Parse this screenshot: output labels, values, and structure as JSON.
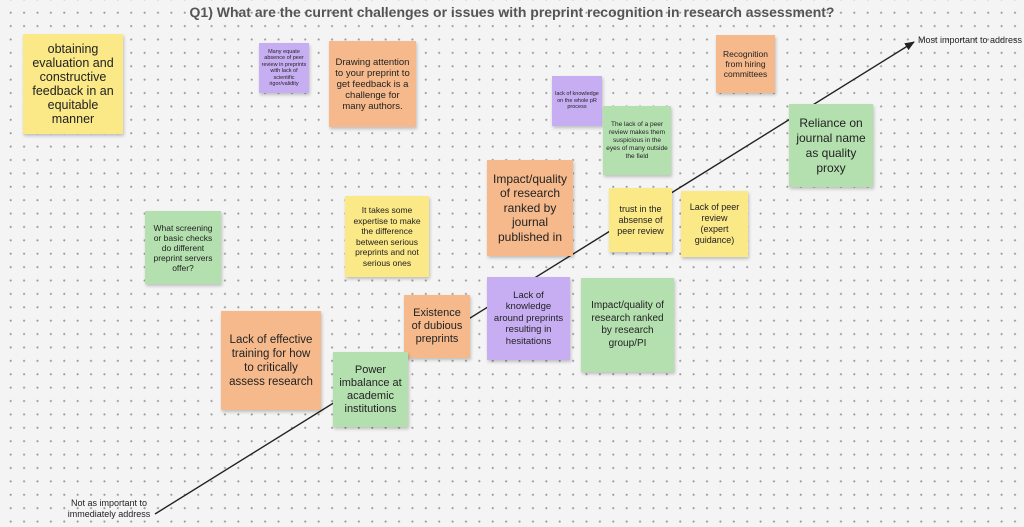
{
  "board": {
    "title": "Q1) What are the current challenges or issues with preprint recognition in research assessment?"
  },
  "axis": {
    "high_label": "Most important to address",
    "low_label": "Not as important to immediately address"
  },
  "notes": [
    {
      "id": "n1",
      "color": "#fbe886",
      "text": "obtaining evaluation and constructive feedback in an equitable manner"
    },
    {
      "id": "n2",
      "color": "#c7aef3",
      "text": "Many equate absence of peer review in preprints with lack of scientific rigor/validity"
    },
    {
      "id": "n3",
      "color": "#f6b98c",
      "text": "Drawing attention to your preprint to get feedback is a challenge for many authors."
    },
    {
      "id": "n4",
      "color": "#f6b98c",
      "text": "Recognition from hiring committees"
    },
    {
      "id": "n5",
      "color": "#c7aef3",
      "text": "lack of knowledge on the whole pR process"
    },
    {
      "id": "n6",
      "color": "#b4e0b0",
      "text": "The lack of a peer review makes them suspicious in the eyes of many outside the field"
    },
    {
      "id": "n7",
      "color": "#b4e0b0",
      "text": "Reliance on journal name as quality proxy"
    },
    {
      "id": "n8",
      "color": "#f6b98c",
      "text": "Impact/quality of research ranked by journal published in"
    },
    {
      "id": "n9",
      "color": "#fbe886",
      "text": "trust in the absense of peer review"
    },
    {
      "id": "n10",
      "color": "#fbe886",
      "text": "Lack of peer review (expert guidance)"
    },
    {
      "id": "n11",
      "color": "#b4e0b0",
      "text": "What screening or basic checks do different preprint servers offer?"
    },
    {
      "id": "n12",
      "color": "#fbe886",
      "text": "It takes some expertise to make the difference between serious preprints and not serious ones"
    },
    {
      "id": "n13",
      "color": "#f6b98c",
      "text": "Existence of dubious preprints"
    },
    {
      "id": "n14",
      "color": "#c7aef3",
      "text": "Lack of knowledge around preprints resulting in hesitations"
    },
    {
      "id": "n15",
      "color": "#b4e0b0",
      "text": "Impact/quality of research ranked by research group/PI"
    },
    {
      "id": "n16",
      "color": "#f6b98c",
      "text": "Lack of effective training for how to critically assess research"
    },
    {
      "id": "n17",
      "color": "#b4e0b0",
      "text": "Power imbalance at academic institutions"
    }
  ]
}
